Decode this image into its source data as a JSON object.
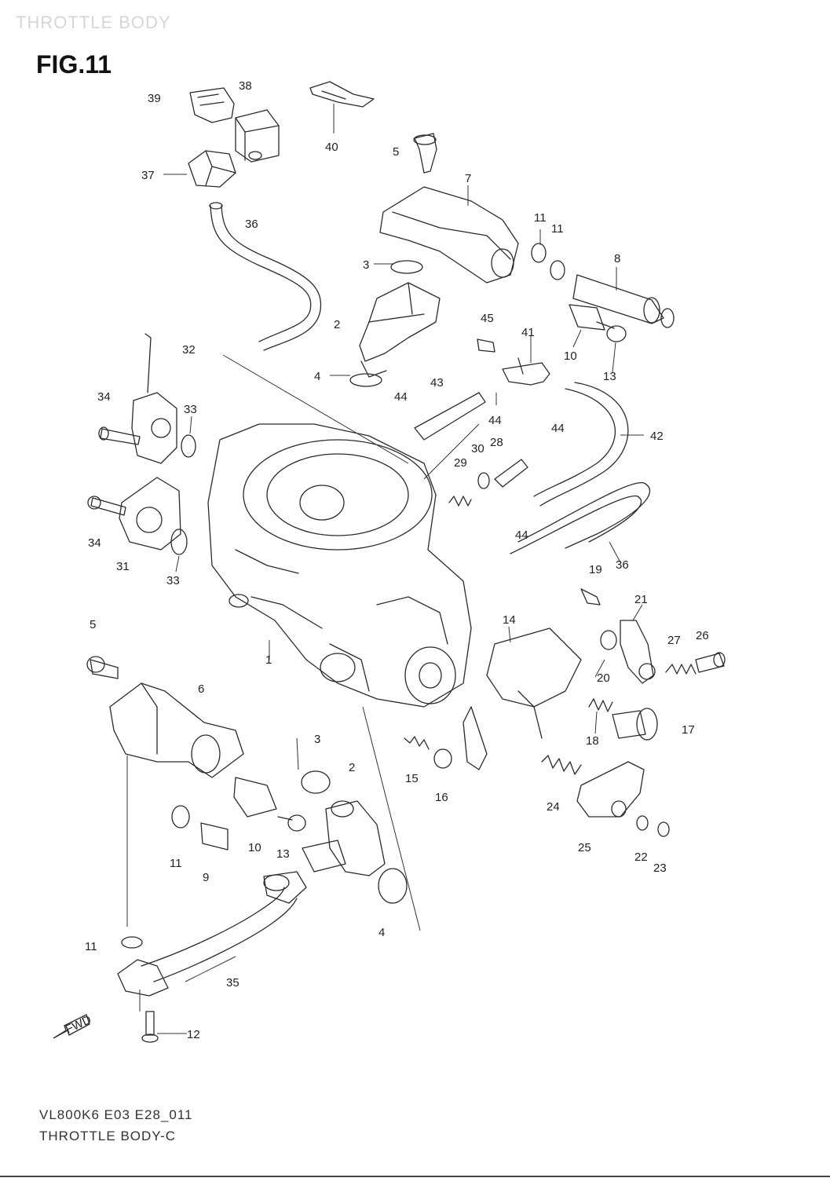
{
  "watermark": "THROTTLE BODY",
  "figure": "FIG.11",
  "code": "VL800K6 E03 E28_011",
  "name": "THROTTLE BODY-C",
  "fwd_label": "FWD",
  "callouts": [
    {
      "id": "c39",
      "text": "39"
    },
    {
      "id": "c38",
      "text": "38"
    },
    {
      "id": "c40",
      "text": "40"
    },
    {
      "id": "c37",
      "text": "37"
    },
    {
      "id": "c36a",
      "text": "36"
    },
    {
      "id": "c5a",
      "text": "5"
    },
    {
      "id": "c7",
      "text": "7"
    },
    {
      "id": "c11a",
      "text": "11"
    },
    {
      "id": "c11b",
      "text": "11"
    },
    {
      "id": "c8",
      "text": "8"
    },
    {
      "id": "c3a",
      "text": "3"
    },
    {
      "id": "c2a",
      "text": "2"
    },
    {
      "id": "c45",
      "text": "45"
    },
    {
      "id": "c41",
      "text": "41"
    },
    {
      "id": "c10a",
      "text": "10"
    },
    {
      "id": "c13a",
      "text": "13"
    },
    {
      "id": "c4a",
      "text": "4"
    },
    {
      "id": "c43",
      "text": "43"
    },
    {
      "id": "c32",
      "text": "32"
    },
    {
      "id": "c34a",
      "text": "34"
    },
    {
      "id": "c33a",
      "text": "33"
    },
    {
      "id": "c44a",
      "text": "44"
    },
    {
      "id": "c44b",
      "text": "44"
    },
    {
      "id": "c44c",
      "text": "44"
    },
    {
      "id": "c42",
      "text": "42"
    },
    {
      "id": "c30",
      "text": "30"
    },
    {
      "id": "c28",
      "text": "28"
    },
    {
      "id": "c29",
      "text": "29"
    },
    {
      "id": "c34b",
      "text": "34"
    },
    {
      "id": "c31",
      "text": "31"
    },
    {
      "id": "c33b",
      "text": "33"
    },
    {
      "id": "c44d",
      "text": "44"
    },
    {
      "id": "c36b",
      "text": "36"
    },
    {
      "id": "c19",
      "text": "19"
    },
    {
      "id": "c21",
      "text": "21"
    },
    {
      "id": "c5b",
      "text": "5"
    },
    {
      "id": "c14",
      "text": "14"
    },
    {
      "id": "c27",
      "text": "27"
    },
    {
      "id": "c26",
      "text": "26"
    },
    {
      "id": "c1",
      "text": "1"
    },
    {
      "id": "c20",
      "text": "20"
    },
    {
      "id": "c6",
      "text": "6"
    },
    {
      "id": "c17",
      "text": "17"
    },
    {
      "id": "c18",
      "text": "18"
    },
    {
      "id": "c3b",
      "text": "3"
    },
    {
      "id": "c2b",
      "text": "2"
    },
    {
      "id": "c15",
      "text": "15"
    },
    {
      "id": "c16",
      "text": "16"
    },
    {
      "id": "c24",
      "text": "24"
    },
    {
      "id": "c11c",
      "text": "11"
    },
    {
      "id": "c10b",
      "text": "10"
    },
    {
      "id": "c13b",
      "text": "13"
    },
    {
      "id": "c9",
      "text": "9"
    },
    {
      "id": "c25",
      "text": "25"
    },
    {
      "id": "c22",
      "text": "22"
    },
    {
      "id": "c23",
      "text": "23"
    },
    {
      "id": "c4b",
      "text": "4"
    },
    {
      "id": "c11d",
      "text": "11"
    },
    {
      "id": "c35",
      "text": "35"
    },
    {
      "id": "c12",
      "text": "12"
    }
  ]
}
